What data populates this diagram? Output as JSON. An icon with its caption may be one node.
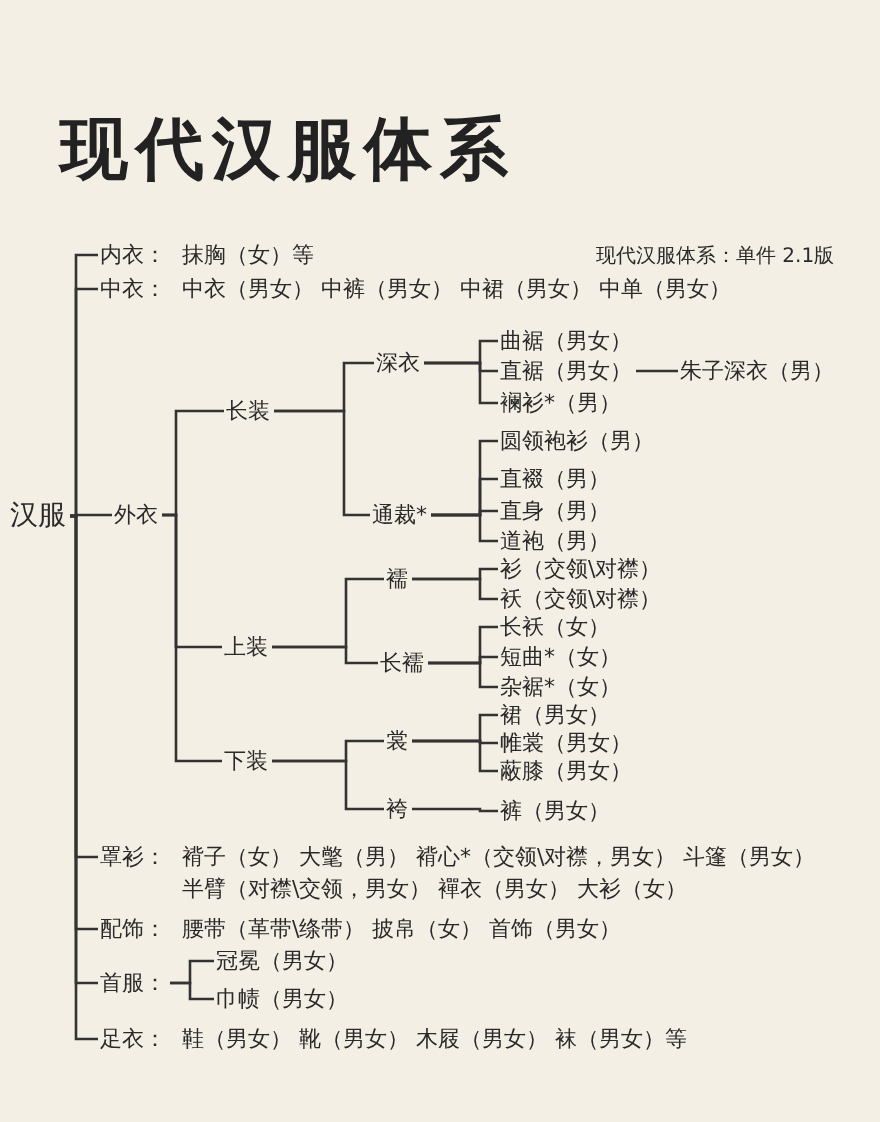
{
  "diagram": {
    "title": "现代汉服体系",
    "nodes": [
      {
        "text": [
          "汉服"
        ]
      },
      {
        "text": [
          "内衣：",
          "抹胸（女）等"
        ]
      },
      {
        "text": [
          "中衣：",
          "中衣（男女） 中裤（男女） 中裙（男女） 中单（男女）"
        ]
      },
      {
        "text": [
          "外衣"
        ]
      },
      {
        "text": [
          "长装"
        ]
      },
      {
        "text": [
          "深衣"
        ]
      },
      {
        "text": [
          "曲裾（男女）"
        ]
      },
      {
        "text": [
          "直裾（男女）"
        ]
      },
      {
        "text": [
          "朱子深衣（男）"
        ]
      },
      {
        "text": [
          "襕衫*（男）"
        ]
      },
      {
        "text": [
          "通裁*"
        ]
      },
      {
        "text": [
          "圆领袍衫（男）"
        ]
      },
      {
        "text": [
          "直裰（男）"
        ]
      },
      {
        "text": [
          "直身（男）"
        ]
      },
      {
        "text": [
          "道袍（男）"
        ]
      },
      {
        "text": [
          "上装"
        ]
      },
      {
        "text": [
          "襦"
        ]
      },
      {
        "text": [
          "衫（交领\\对襟）"
        ]
      },
      {
        "text": [
          "袄（交领\\对襟）"
        ]
      },
      {
        "text": [
          "长襦"
        ]
      },
      {
        "text": [
          "长袄（女）"
        ]
      },
      {
        "text": [
          "短曲*（女）"
        ]
      },
      {
        "text": [
          "杂裾*（女）"
        ]
      },
      {
        "text": [
          "下装"
        ]
      },
      {
        "text": [
          "裳"
        ]
      },
      {
        "text": [
          "裙（男女）"
        ]
      },
      {
        "text": [
          "帷裳（男女）"
        ]
      },
      {
        "text": [
          "蔽膝（男女）"
        ]
      },
      {
        "text": [
          "袴"
        ]
      },
      {
        "text": [
          "裤（男女）"
        ]
      },
      {
        "text": [
          "罩衫：",
          "褙子（女） 大氅（男） 褙心*（交领\\对襟，男女） 斗篷（男女）",
          "半臂（对襟\\交领，男女） 襌衣（男女） 大衫（女）"
        ]
      },
      {
        "text": [
          "配饰：",
          "腰带（革带\\绦带） 披帛（女） 首饰（男女）"
        ]
      },
      {
        "text": [
          "首服："
        ]
      },
      {
        "text": [
          "冠冕（男女）"
        ]
      },
      {
        "text": [
          "巾帻（男女）"
        ]
      },
      {
        "text": [
          "足衣：",
          "鞋（男女） 靴（男女） 木屐（男女） 袜（男女）等"
        ]
      }
    ],
    "edges": [
      {
        "from": 0,
        "to": 1,
        "arrow": "none"
      },
      {
        "from": 0,
        "to": 2,
        "arrow": "none"
      },
      {
        "from": 0,
        "to": 3,
        "arrow": "none"
      },
      {
        "from": 0,
        "to": 30,
        "arrow": "none"
      },
      {
        "from": 0,
        "to": 31,
        "arrow": "none"
      },
      {
        "from": 0,
        "to": 32,
        "arrow": "none"
      },
      {
        "from": 0,
        "to": 35,
        "arrow": "none"
      },
      {
        "from": 3,
        "to": 4,
        "arrow": "none"
      },
      {
        "from": 3,
        "to": 15,
        "arrow": "none"
      },
      {
        "from": 3,
        "to": 23,
        "arrow": "none"
      },
      {
        "from": 4,
        "to": 5,
        "arrow": "none"
      },
      {
        "from": 4,
        "to": 10,
        "arrow": "none"
      },
      {
        "from": 5,
        "to": 6,
        "arrow": "none"
      },
      {
        "from": 5,
        "to": 7,
        "arrow": "none"
      },
      {
        "from": 5,
        "to": 9,
        "arrow": "none"
      },
      {
        "from": 7,
        "to": 8,
        "arrow": "none"
      },
      {
        "from": 10,
        "to": 11,
        "arrow": "none"
      },
      {
        "from": 10,
        "to": 12,
        "arrow": "none"
      },
      {
        "from": 10,
        "to": 13,
        "arrow": "none"
      },
      {
        "from": 10,
        "to": 14,
        "arrow": "none"
      },
      {
        "from": 15,
        "to": 16,
        "arrow": "none"
      },
      {
        "from": 15,
        "to": 19,
        "arrow": "none"
      },
      {
        "from": 16,
        "to": 17,
        "arrow": "none"
      },
      {
        "from": 16,
        "to": 18,
        "arrow": "none"
      },
      {
        "from": 19,
        "to": 20,
        "arrow": "none"
      },
      {
        "from": 19,
        "to": 21,
        "arrow": "none"
      },
      {
        "from": 19,
        "to": 22,
        "arrow": "none"
      },
      {
        "from": 23,
        "to": 24,
        "arrow": "none"
      },
      {
        "from": 23,
        "to": 28,
        "arrow": "none"
      },
      {
        "from": 24,
        "to": 25,
        "arrow": "none"
      },
      {
        "from": 24,
        "to": 26,
        "arrow": "none"
      },
      {
        "from": 24,
        "to": 27,
        "arrow": "none"
      },
      {
        "from": 28,
        "to": 29,
        "arrow": "none"
      },
      {
        "from": 32,
        "to": 33,
        "arrow": "none"
      },
      {
        "from": 32,
        "to": 34,
        "arrow": "none"
      }
    ],
    "labels": [
      "现代汉服体系：单件 2.1版"
    ]
  }
}
